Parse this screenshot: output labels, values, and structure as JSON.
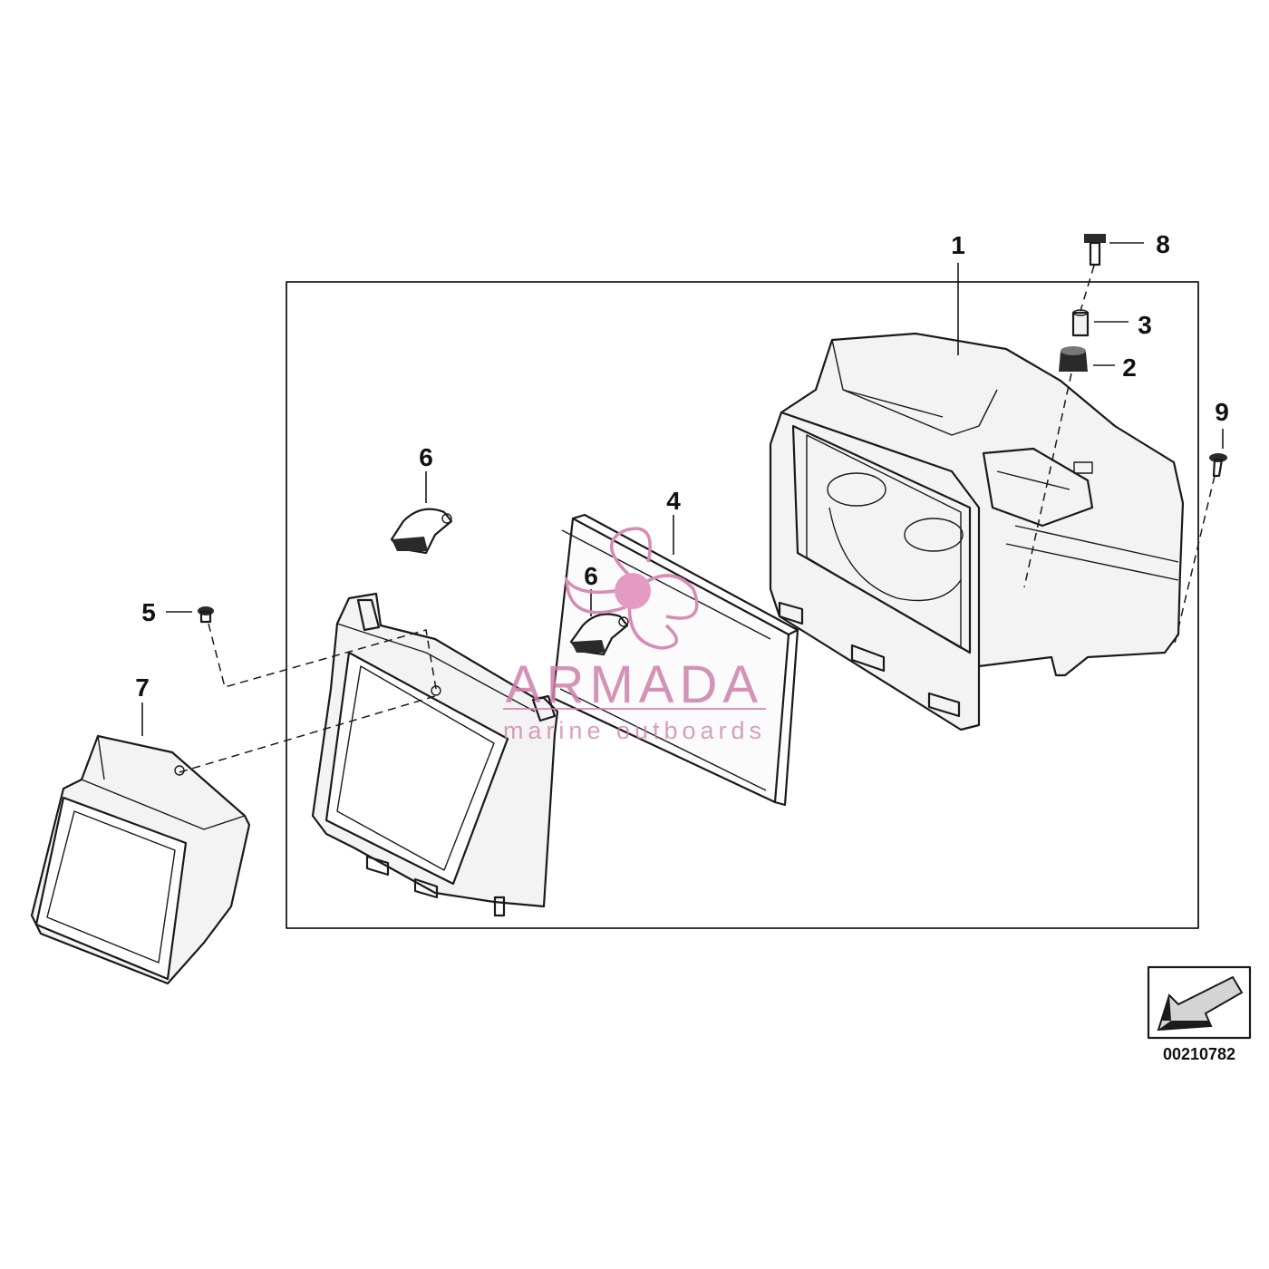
{
  "diagram": {
    "callouts": [
      {
        "id": "1",
        "label": "1"
      },
      {
        "id": "2",
        "label": "2"
      },
      {
        "id": "3",
        "label": "3"
      },
      {
        "id": "4",
        "label": "4"
      },
      {
        "id": "5",
        "label": "5"
      },
      {
        "id": "6a",
        "label": "6"
      },
      {
        "id": "6b",
        "label": "6"
      },
      {
        "id": "7",
        "label": "7"
      },
      {
        "id": "8",
        "label": "8"
      },
      {
        "id": "9",
        "label": "9"
      }
    ],
    "reference_code": "00210782"
  },
  "watermark": {
    "brand": "ARMADA",
    "tagline": "marine outboards",
    "accent_color": "#cc7faa"
  },
  "icons": {
    "direction": "direction-arrow-icon",
    "watermark_logo": "propeller-logo-icon"
  }
}
